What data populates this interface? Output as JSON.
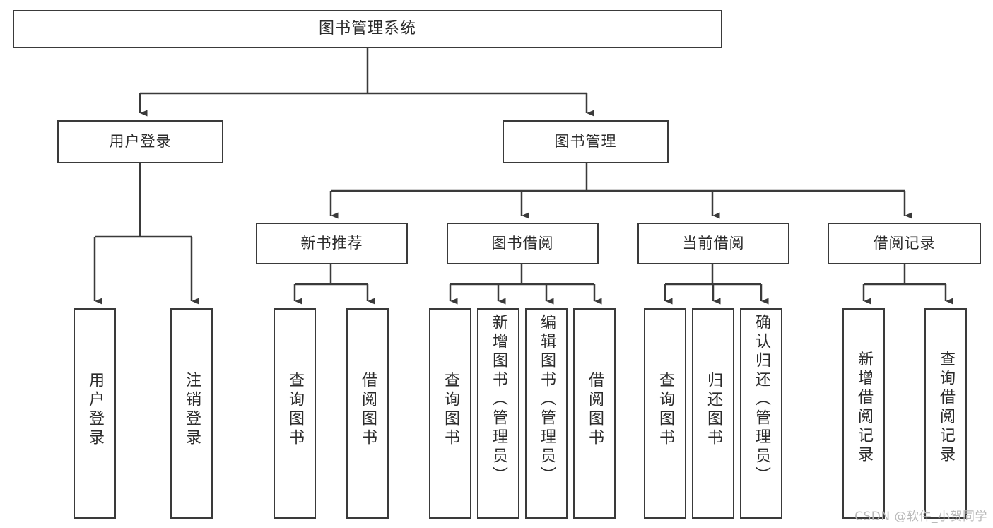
{
  "diagram": {
    "type": "tree",
    "title": "图书管理系统",
    "stroke_color": "#3a3a3a",
    "text_color": "#2b2b2b",
    "background_color": "#ffffff",
    "root": {
      "label": "图书管理系统"
    },
    "level1": [
      {
        "label": "用户登录"
      },
      {
        "label": "图书管理"
      }
    ],
    "level2": [
      {
        "label": "新书推荐"
      },
      {
        "label": "图书借阅"
      },
      {
        "label": "当前借阅"
      },
      {
        "label": "借阅记录"
      }
    ],
    "leaves": {
      "user_login": [
        {
          "label": "用户登录"
        },
        {
          "label": "注销登录"
        }
      ],
      "new_book": [
        {
          "label": "查询图书"
        },
        {
          "label": "借阅图书"
        }
      ],
      "book_borrow": [
        {
          "label": "查询图书"
        },
        {
          "label": "新增图书（管理员）"
        },
        {
          "label": "编辑图书（管理员）"
        },
        {
          "label": "借阅图书"
        }
      ],
      "current_borrow": [
        {
          "label": "查询图书"
        },
        {
          "label": "归还图书"
        },
        {
          "label": "确认归还（管理员）"
        }
      ],
      "borrow_record": [
        {
          "label": "新增借阅记录"
        },
        {
          "label": "查询借阅记录"
        }
      ]
    }
  },
  "watermark": {
    "text": "CSDN @软件_小贺同学"
  }
}
